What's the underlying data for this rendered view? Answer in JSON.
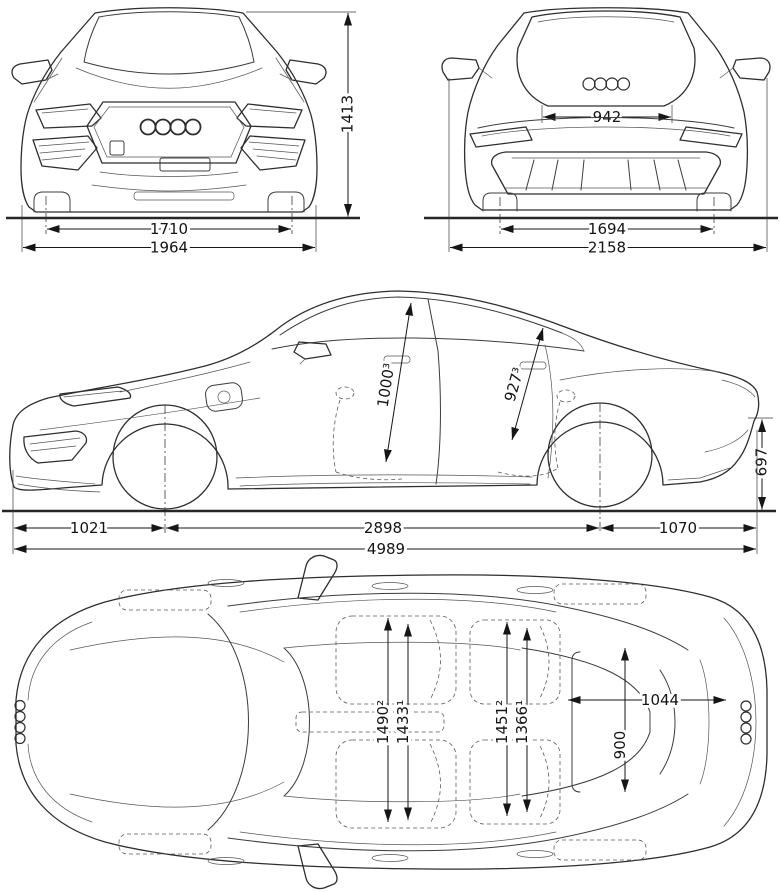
{
  "colors": {
    "background": "#ffffff",
    "line": "#2e2e2e",
    "dimension": "#161616"
  },
  "front_view": {
    "overall_height": "1413",
    "track_width": "1710",
    "body_width": "1964"
  },
  "rear_view": {
    "tailgate_opening_width": "942",
    "track_width": "1694",
    "width_incl_mirrors": "2158"
  },
  "side_view": {
    "front_headroom": "1000³",
    "rear_headroom": "927³",
    "rear_end_height": "697",
    "front_overhang": "1021",
    "wheelbase": "2898",
    "rear_overhang": "1070",
    "overall_length": "4989"
  },
  "top_view": {
    "front_interior_width_a": "1490²",
    "front_interior_width_b": "1433¹",
    "rear_interior_width_a": "1451²",
    "rear_interior_width_b": "1366¹",
    "luggage_length": "1044",
    "luggage_width": "900"
  },
  "icons": {
    "audi_rings": "audi-rings"
  }
}
